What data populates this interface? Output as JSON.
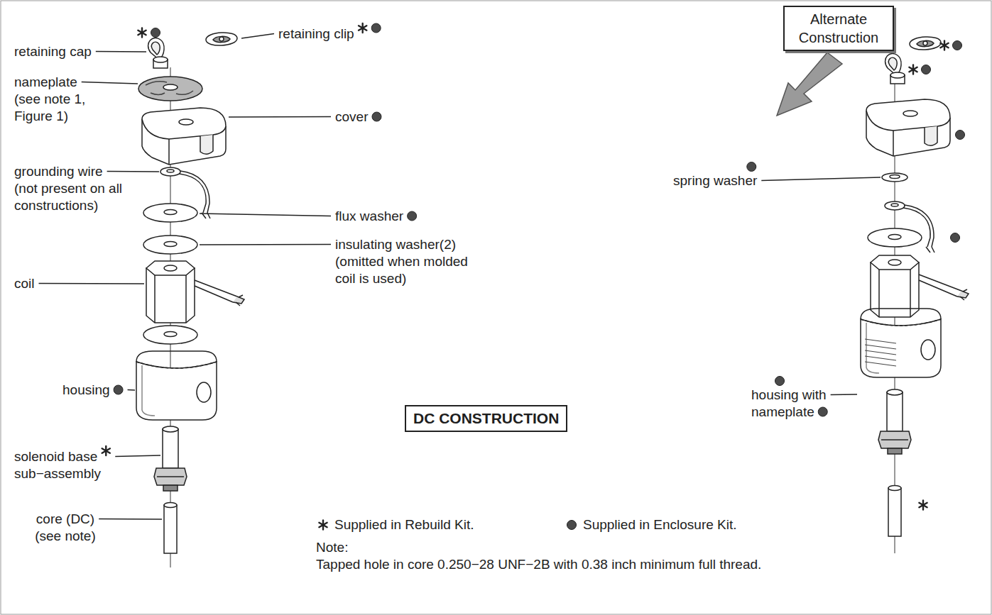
{
  "diagram": {
    "nodes": [
      {
        "text": [
          "Alternate Construction"
        ]
      },
      {
        "text": [
          "DC CONSTRUCTION"
        ]
      }
    ],
    "labels": [
      "retaining cap",
      "retaining clip",
      "nameplate (see note 1, Figure 1)",
      "cover",
      "grounding wire (not present on all constructions)",
      "flux washer",
      "insulating washer(2) (omitted when molded coil is used)",
      "coil",
      "housing",
      "solenoid base sub−assembly",
      "core (DC) (see note)",
      "Note:",
      "Tapped hole in core 0.250−28 UNF−2B with 0.38 inch minimum full thread.",
      "spring washer",
      "housing with nameplate"
    ],
    "legend": [
      {
        "text": "Supplied in Rebuild Kit."
      },
      {
        "text": "Supplied in Enclosure Kit."
      }
    ]
  }
}
